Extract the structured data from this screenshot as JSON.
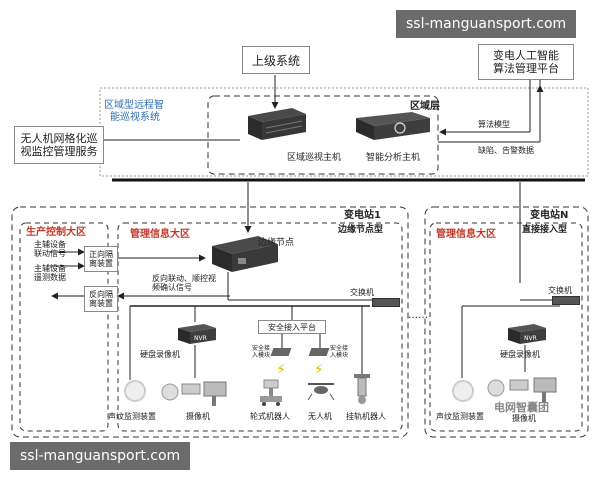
{
  "watermark_top": "ssl-manguansport.com",
  "watermark_bottom": "ssl-manguansport.com",
  "superior_system": "上级系统",
  "ai_platform": [
    "变电人工智能",
    "算法管理平台"
  ],
  "regional_system": [
    "区域型远程智",
    "能巡视系统"
  ],
  "region_layer": "区域层",
  "region_host": "区域巡视主机",
  "analysis_host": "智能分析主机",
  "algorithm_model": "算法模型",
  "defect_alarm": "缺陷、告警数据",
  "uav_service": [
    "无人机网格化巡",
    "视监控管理服务"
  ],
  "substation1": "变电站1",
  "substation_n": "变电站N",
  "production_zone": "生产控制大区",
  "mgmt_zone": "管理信息大区",
  "mgmt_zone_n": "管理信息大区",
  "main_aux_signal": [
    "主辅设备",
    "联动信号"
  ],
  "main_aux_remote": [
    "主辅设备",
    "遥测数据"
  ],
  "forward_isolation": [
    "正向隔",
    "离装置"
  ],
  "reverse_isolation": [
    "反向隔",
    "离装置"
  ],
  "reverse_linkage": [
    "反向联动、顺控视",
    "频确认信号"
  ],
  "edge_node": "边缘节点",
  "edge_node_type": "边缘节点型",
  "direct_access": "直接接入型",
  "switch": "交换机",
  "switch_n": "交换机",
  "nvr": "NVR",
  "nvr_n": "NVR",
  "hdd_recorder": "硬盘录像机",
  "hdd_recorder_n": "硬盘录像机",
  "secure_platform": "安全接入平台",
  "secure_device_1": [
    "安全接",
    "入模块"
  ],
  "secure_device_2": [
    "安全接",
    "入模块"
  ],
  "sound_monitor": "声纹监测装置",
  "sound_monitor_n": "声纹监测装置",
  "camera": "摄像机",
  "camera_n": "摄像机",
  "wheeled_robot": "轮式机器人",
  "uav": "无人机",
  "rail_robot": "挂轨机器人",
  "ellipsis": "……",
  "source_mark": "电网智囊团",
  "colors": {
    "accent_red": "#c0392b",
    "accent_blue": "#2e6db4",
    "line": "#222222",
    "dash": "#444444"
  }
}
